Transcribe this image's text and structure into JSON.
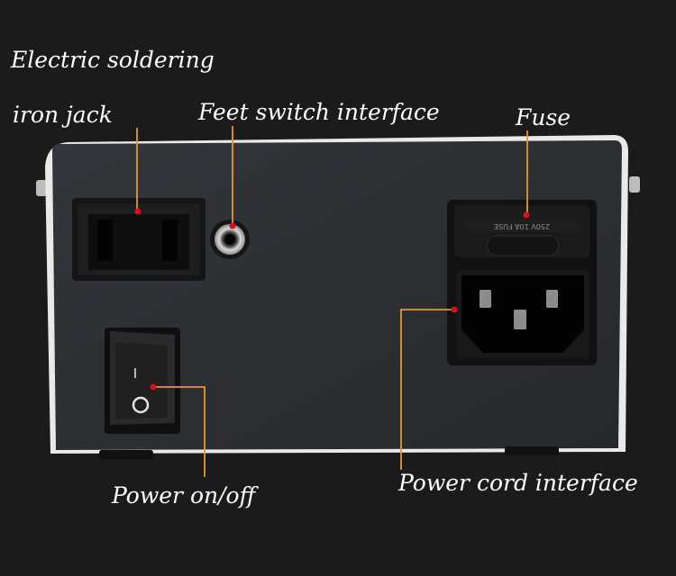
{
  "labels": {
    "iron_jack_line1": "Electric soldering",
    "iron_jack_line2": "iron jack",
    "feet_switch": "Feet switch interface",
    "fuse": "Fuse",
    "power_switch": "Power on/off",
    "power_cord": "Power cord interface"
  },
  "module_text": "250V 10A FUSE",
  "switch_symbols": {
    "on": "I",
    "off": "O"
  },
  "colors": {
    "background": "#1b1b1b",
    "panel": "#2a2c2f",
    "casing": "#e6e6e6",
    "leader_line": "#e8962e",
    "marker": "#d5121c",
    "label_text": "#ffffff"
  }
}
